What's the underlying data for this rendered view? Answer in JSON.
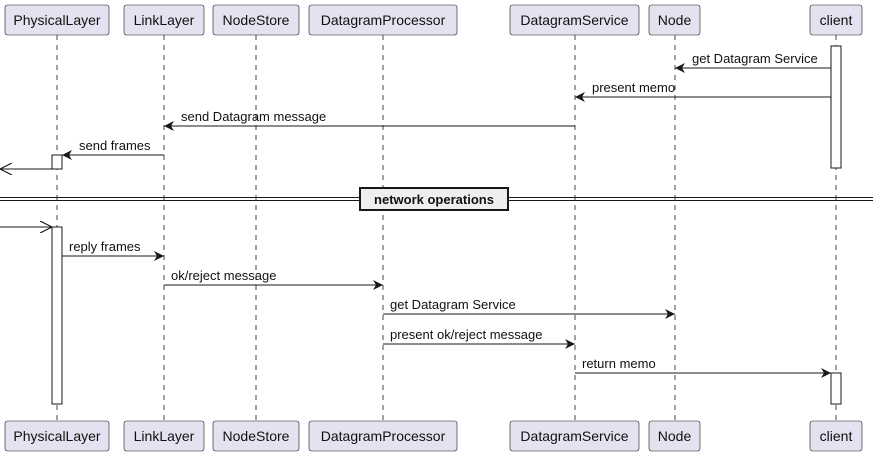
{
  "participants": [
    {
      "id": "physical",
      "label": "PhysicalLayer"
    },
    {
      "id": "link",
      "label": "LinkLayer"
    },
    {
      "id": "nodestore",
      "label": "NodeStore"
    },
    {
      "id": "dgproc",
      "label": "DatagramProcessor"
    },
    {
      "id": "dgservice",
      "label": "DatagramService"
    },
    {
      "id": "node",
      "label": "Node"
    },
    {
      "id": "client",
      "label": "client"
    }
  ],
  "messages": [
    {
      "from": "client",
      "to": "node",
      "label": "get Datagram Service"
    },
    {
      "from": "client",
      "to": "dgservice",
      "label": "present memo"
    },
    {
      "from": "dgservice",
      "to": "link",
      "label": "send Datagram message"
    },
    {
      "from": "link",
      "to": "physical",
      "label": "send frames"
    },
    {
      "from": "physical",
      "to": "external-left",
      "label": ""
    },
    {
      "from": "external-left",
      "to": "physical",
      "label": ""
    },
    {
      "from": "physical",
      "to": "link",
      "label": "reply frames"
    },
    {
      "from": "link",
      "to": "dgproc",
      "label": "ok/reject message"
    },
    {
      "from": "dgproc",
      "to": "node",
      "label": "get Datagram Service"
    },
    {
      "from": "dgproc",
      "to": "dgservice",
      "label": "present ok/reject message"
    },
    {
      "from": "dgservice",
      "to": "client",
      "label": "return memo"
    }
  ],
  "divider": {
    "label": "network operations"
  },
  "colors": {
    "participant_fill": "#e2e2f0",
    "participant_border": "#181818",
    "line": "#181818",
    "activation_fill": "#ffffff"
  }
}
